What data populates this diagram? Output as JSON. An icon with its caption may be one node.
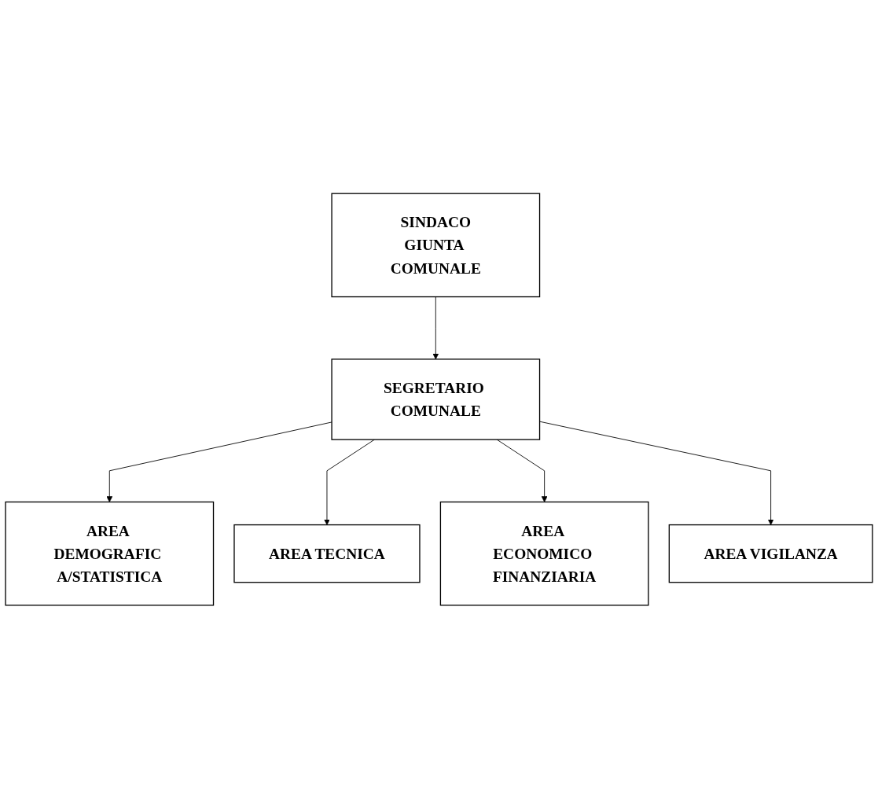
{
  "diagram": {
    "nodes": [
      {
        "text": [
          "SINDACO",
          "GIUNTA COMUNALE"
        ]
      },
      {
        "text": [
          "SEGRETARIO COMUNALE"
        ]
      },
      {
        "text": [
          "AREA DEMOGRAFIC A/STATISTICA"
        ]
      },
      {
        "text": [
          "AREA TECNICA"
        ]
      },
      {
        "text": [
          "AREA ECONOMICO FINANZIARIA"
        ]
      },
      {
        "text": [
          "AREA VIGILANZA"
        ]
      }
    ],
    "edges": [
      {
        "from": 0,
        "to": 1,
        "arrow": "to"
      },
      {
        "from": 1,
        "to": 2,
        "arrow": "to"
      },
      {
        "from": 1,
        "to": 3,
        "arrow": "to"
      },
      {
        "from": 1,
        "to": 4,
        "arrow": "to"
      },
      {
        "from": 1,
        "to": 5,
        "arrow": "to"
      }
    ]
  }
}
